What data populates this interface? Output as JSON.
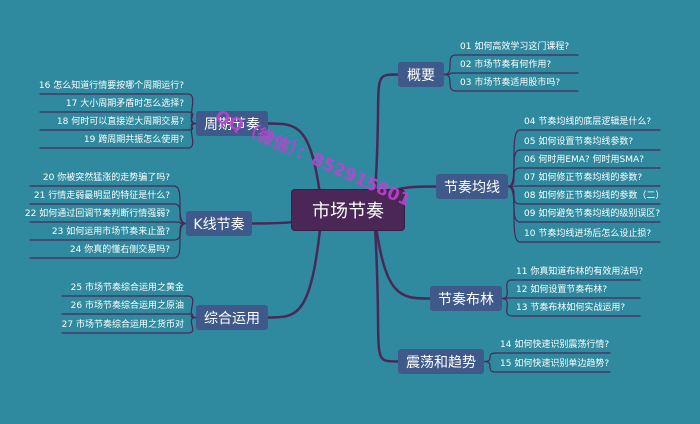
{
  "root": "市场节奏",
  "colors": {
    "background": "#2f8a9f",
    "root_fill": "#4a2756",
    "branch_fill": "#3f5a8a",
    "line": "#4a2756",
    "watermark": "#c040d0"
  },
  "branches": {
    "overview": {
      "label": "概要",
      "items": [
        "01 如何高效学习这门课程?",
        "02 市场节奏有何作用?",
        "03 市场节奏适用股市吗?"
      ]
    },
    "rhythm_ma": {
      "label": "节奏均线",
      "items": [
        "04 节奏均线的底层逻辑是什么?",
        "05 如何设置节奏均线参数?",
        "06 何时用EMA? 何时用SMA?",
        "07 如何修正节奏均线的参数?",
        "08 如何修正节奏均线的参数（二）",
        "09 如何避免节奏均线的级别误区?",
        "10 节奏均线进场后怎么设止损?"
      ]
    },
    "bollinger": {
      "label": "节奏布林",
      "items": [
        "11 你真知道布林的有效用法吗?",
        "12 如何设置节奏布林?",
        "13 节奏布林如何实战运用?"
      ]
    },
    "oscillation": {
      "label": "震荡和趋势",
      "items": [
        "14 如何快速识别震荡行情?",
        "15 如何快速识别单边趋势?"
      ]
    },
    "cycle": {
      "label": "周期节奏",
      "items": [
        "16 怎么知道行情要按哪个周期运行?",
        "17 大小周期矛盾时怎么选择?",
        "18 何时可以直接逆大周期交易?",
        "19 跨周期共振怎么使用?"
      ]
    },
    "kline": {
      "label": "K线节奏",
      "items": [
        "20 你被突然猛涨的走势骗了吗?",
        "21 行情走弱最明显的特征是什么?",
        "22 如何通过回调节奏判断行情强弱?",
        "23 如何运用市场节奏来止盈?",
        "24 你真的懂右侧交易吗?"
      ]
    },
    "combined": {
      "label": "综合运用",
      "items": [
        "25 市场节奏综合运用之黄金",
        "26 市场节奏综合运用之原油",
        "27 市场节奏综合运用之货币对"
      ]
    }
  },
  "watermark": "QQ（微信）：852915801"
}
